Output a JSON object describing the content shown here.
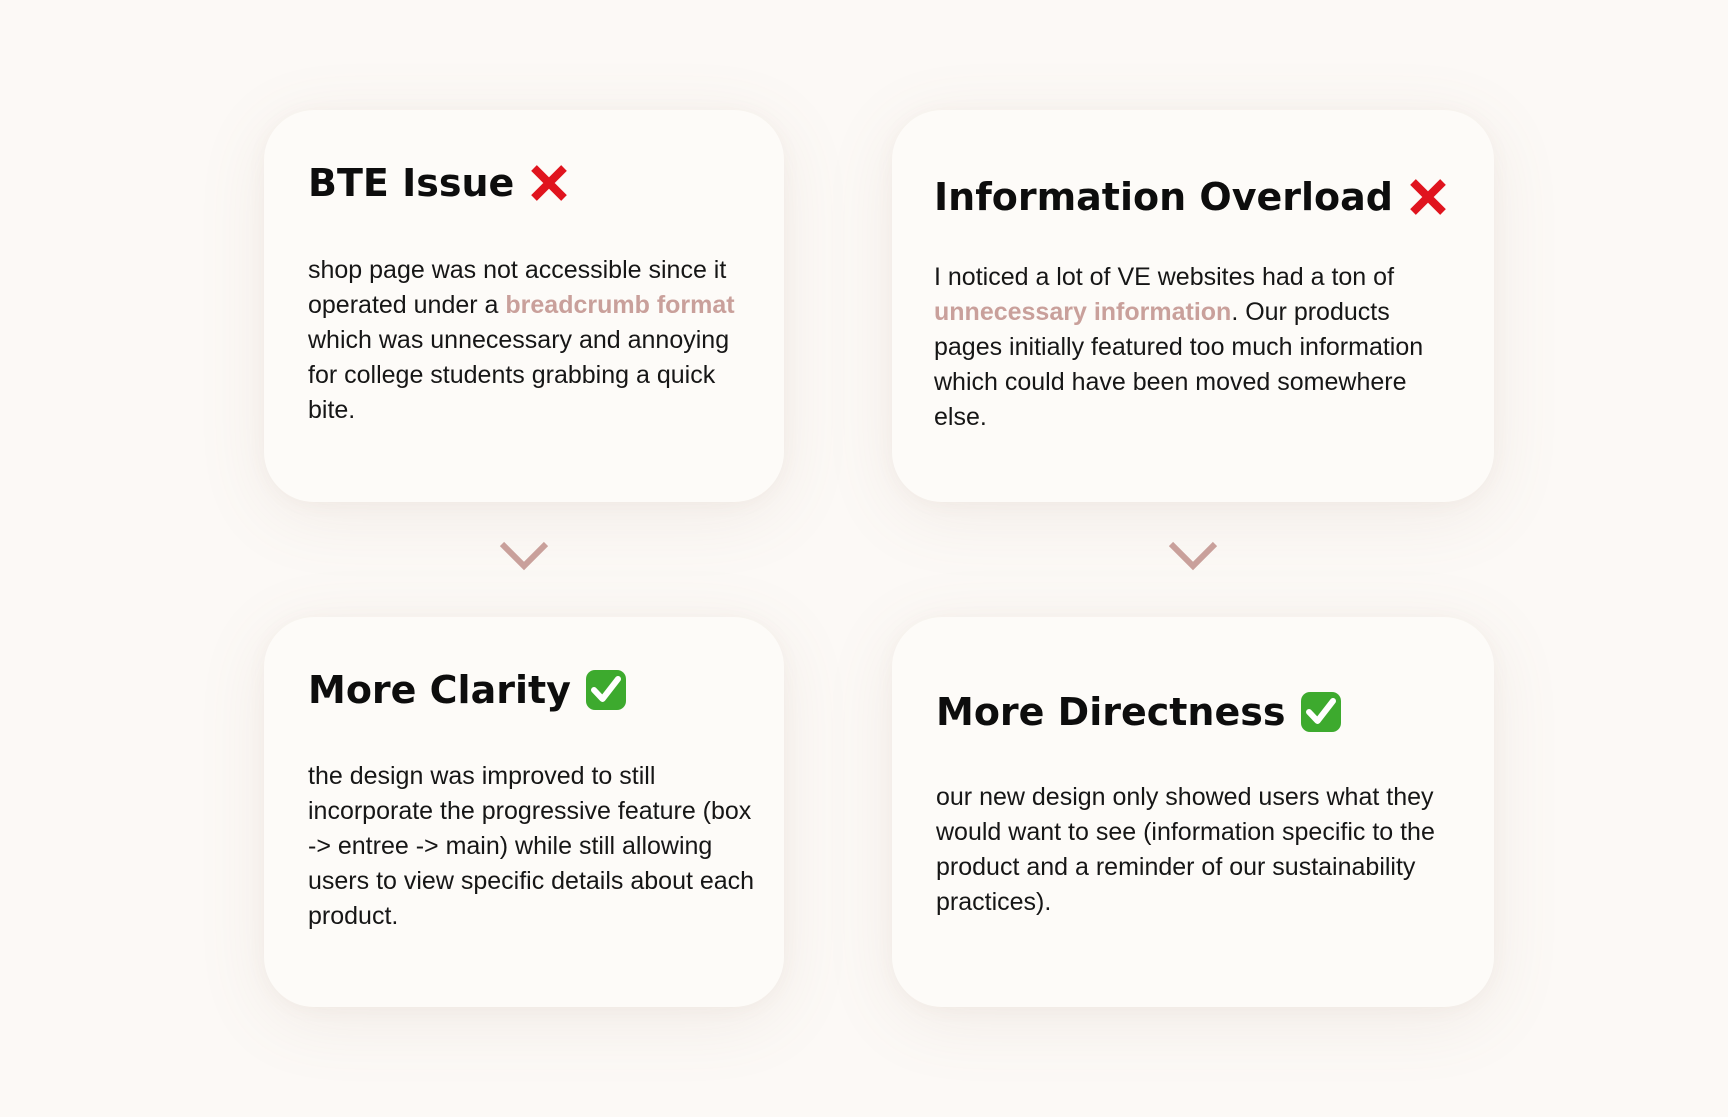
{
  "cards": {
    "bte_issue": {
      "title": "BTE Issue",
      "mark_icon": "cross-mark-icon",
      "body_before": "shop page was not accessible since it operated under a ",
      "highlight": "breadcrumb format",
      "body_after": " which was unnecessary and annoying for college students grabbing a quick bite."
    },
    "information_overload": {
      "title": "Information Overload",
      "mark_icon": "cross-mark-icon",
      "body_before": "I noticed a lot of VE websites had a ton of ",
      "highlight": "unnecessary information",
      "body_after": ". Our products pages initially featured too much information which could have been moved somewhere else."
    },
    "more_clarity": {
      "title": "More Clarity",
      "mark_icon": "check-mark-button-icon",
      "body": "the design was improved to still incorporate the progressive feature (box -> entree -> main) while still allowing users to view specific details about each product."
    },
    "more_directness": {
      "title": "More Directness",
      "mark_icon": "check-mark-button-icon",
      "body": "our new design only showed users what they would want to see (information specific to the product and a reminder of our sustainability practices)."
    }
  },
  "arrows": {
    "icon": "chevron-down-icon",
    "count": 2
  },
  "colors": {
    "page_background": "#fcf9f6",
    "card_background": "#fdfbf8",
    "highlight": "#c9a09b",
    "chevron": "#c9a09b",
    "cross_mark": "#e0141e",
    "check_mark_fill": "#3daa2e"
  }
}
